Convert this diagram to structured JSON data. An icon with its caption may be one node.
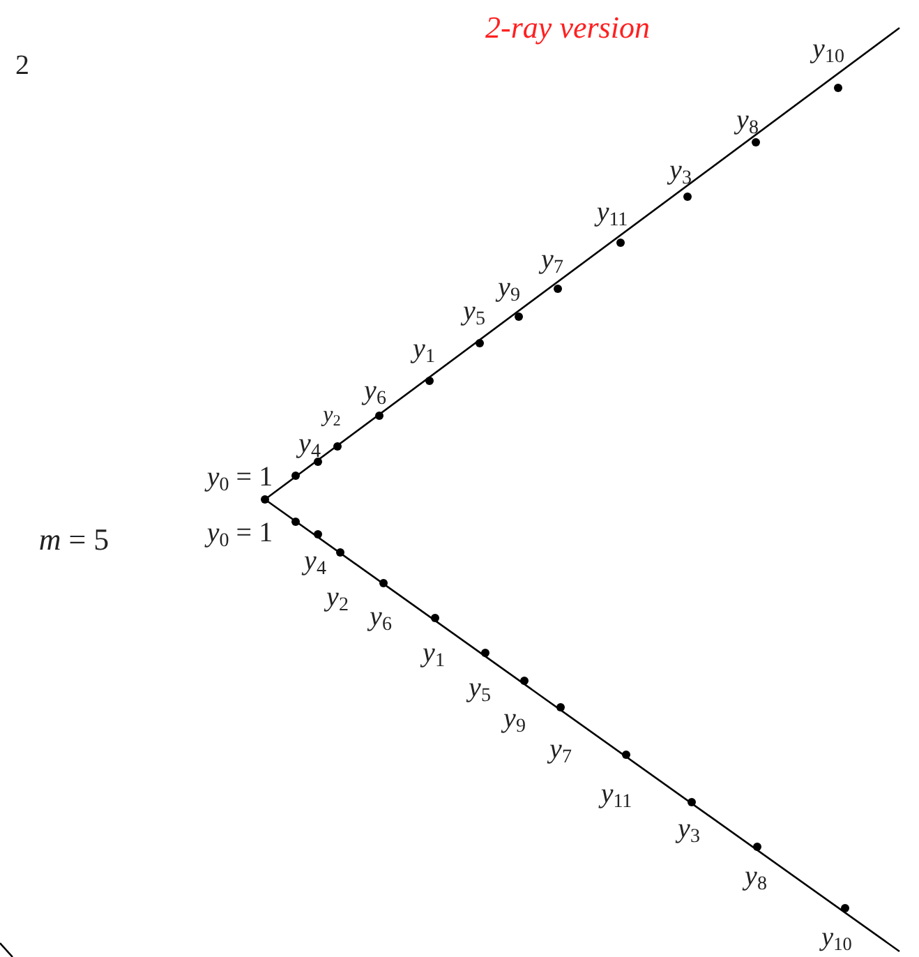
{
  "diagram": {
    "title": "2-ray version",
    "labels": [
      "2",
      "*m* = 5",
      "*y*$_{0}$ = 1",
      "*y*$_{4}$",
      "*y*$_{2}$",
      "*y*$_{6}$",
      "*y*$_{1}$",
      "*y*$_{5}$",
      "*y*$_{9}$",
      "*y*$_{7}$",
      "*y*$_{11}$",
      "*y*$_{3}$",
      "*y*$_{8}$",
      "*y*$_{10}$",
      "*y*$_{0}$ = 1",
      "*y*$_{4}$",
      "*y*$_{2}$",
      "*y*$_{6}$",
      "*y*$_{1}$",
      "*y*$_{5}$",
      "*y*$_{9}$",
      "*y*$_{7}$",
      "*y*$_{11}$",
      "*y*$_{3}$",
      "*y*$_{8}$",
      "*y*$_{10}$"
    ]
  }
}
